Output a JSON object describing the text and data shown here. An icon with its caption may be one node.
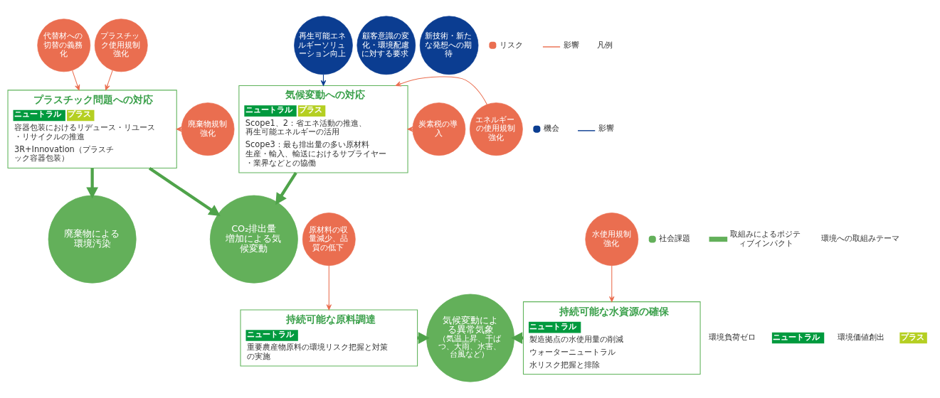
{
  "diagram": {
    "nodes": [
      {
        "text": [
          "気候変動への対応",
          "ニュートラル",
          "プラス",
          "Scope1、2：省エネ活動の推進、再生可能エネルギーの活用",
          "Scope3：最も排出量の多い原材料生産・輸入、輸送におけるサプライヤー・業界などとの協働"
        ]
      },
      {
        "text": [
          "プラスチック問題への対応",
          "ニュートラル",
          "プラス",
          "容器包装におけるリデュース・リユース・リサイクルの推進",
          "3R+Innovation（プラスチック容器包装）"
        ]
      },
      {
        "text": [
          "持続可能な原料調達",
          "ニュートラル",
          "重要農産物原料の環境リスク把握と対策の実施"
        ]
      },
      {
        "text": [
          "持続可能な水資源の確保",
          "ニュートラル",
          "製造拠点の水使用量の削減",
          "ウォーターニュートラル",
          "水リスク把握と排除"
        ]
      },
      {
        "text": [
          "顧客意識の変化・環境配慮に対する要求"
        ]
      },
      {
        "text": [
          "新技術・新たな発想への期待"
        ]
      },
      {
        "text": [
          "再生可能エネルギーソリューション向上"
        ]
      },
      {
        "text": [
          "代替材への切替の義務化"
        ]
      },
      {
        "text": [
          "プラスチック使用規制強化"
        ]
      },
      {
        "text": [
          "エネルギーの使用規制強化"
        ]
      },
      {
        "text": [
          "炭素税の導入"
        ]
      },
      {
        "text": [
          "廃棄物規制強化"
        ]
      },
      {
        "text": [
          "原材料の収量減少、品質の低下"
        ]
      },
      {
        "text": [
          "水使用規制強化"
        ]
      },
      {
        "text": [
          "CO₂排出量増加による気候変動"
        ]
      },
      {
        "text": [
          "廃棄物による環境汚染"
        ]
      },
      {
        "text": [
          "気候変動による異常気象",
          "（気温上昇、干ばつ、大雨、水害、台風など）"
        ]
      }
    ],
    "edges": [
      {
        "from": 6,
        "to": 0,
        "arrow": "to",
        "color": "#0b3d91"
      },
      {
        "from": 7,
        "to": 1,
        "arrow": "to"
      },
      {
        "from": 8,
        "to": 1,
        "arrow": "to"
      },
      {
        "from": 9,
        "to": 0,
        "arrow": "to"
      },
      {
        "from": 10,
        "to": 0,
        "arrow": "to"
      },
      {
        "from": 11,
        "to": 1,
        "arrow": "to"
      },
      {
        "from": 12,
        "to": 2,
        "arrow": "to"
      },
      {
        "from": 13,
        "to": 3,
        "arrow": "to"
      },
      {
        "from": 0,
        "to": 14,
        "arrow": "to",
        "style": "thick",
        "color": "#4fa34a"
      },
      {
        "from": 1,
        "to": 14,
        "arrow": "to",
        "style": "thick",
        "color": "#4fa34a"
      },
      {
        "from": 1,
        "to": 15,
        "arrow": "to",
        "style": "thick",
        "color": "#4fa34a"
      },
      {
        "from": 2,
        "to": 16,
        "arrow": "to",
        "style": "thick",
        "color": "#4fa34a"
      },
      {
        "from": 3,
        "to": 16,
        "arrow": "to",
        "style": "thick",
        "color": "#4fa34a"
      }
    ],
    "labels": [
      "凡例",
      "環境への取組みテーマ",
      "環境負荷ゼロ",
      "ニュートラル",
      "環境価値創出",
      "プラス"
    ],
    "legend": [
      {
        "text": "リスク",
        "color": "#ea6e50"
      },
      {
        "text": "影響"
      },
      {
        "text": "機会",
        "color": "#0b3d91"
      },
      {
        "text": "影響"
      },
      {
        "text": "社会課題",
        "color": "#63b05a"
      },
      {
        "text": "取組みによるポジティブインパクト"
      }
    ]
  }
}
